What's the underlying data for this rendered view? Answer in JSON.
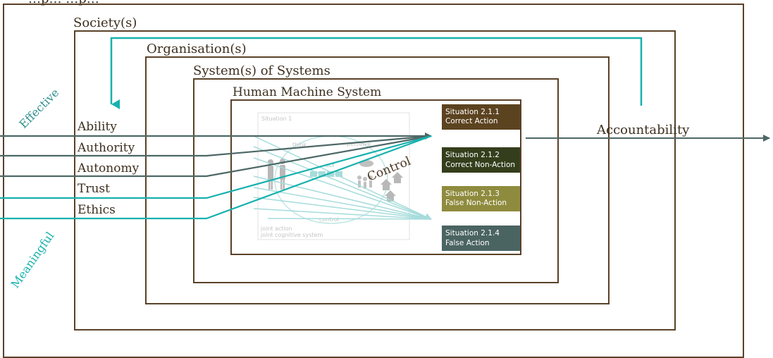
{
  "title_partial": "…p… …p…",
  "layers": {
    "society": "Society(s)",
    "organisation": "Organisation(s)",
    "systems": "System(s) of Systems",
    "hms": "Human Machine System"
  },
  "side_labels": {
    "effective": "Effective",
    "meaningful": "Meaningful"
  },
  "inputs": [
    "Ability",
    "Authority",
    "Autonomy",
    "Trust",
    "Ethics"
  ],
  "control_label": "Control",
  "accountability_label": "Accountability",
  "situations": [
    {
      "line1": "Situation 2.1.1",
      "line2": "Correct Action",
      "color": "#5c4320"
    },
    {
      "line1": "Situation 2.1.2",
      "line2": "Correct Non-Action",
      "color": "#343e1c"
    },
    {
      "line1": "Situation 2.1.3",
      "line2": "False Non-Action",
      "color": "#8f8b3e"
    },
    {
      "line1": "Situation 2.1.4",
      "line2": "False Action",
      "color": "#4a6462"
    }
  ],
  "inner_figure": {
    "situation": "Situation 1",
    "think": "think",
    "perceive": "perceive",
    "act": "act",
    "control": "control",
    "joint_action": "joint action",
    "joint_cognitive": "joint cognitive system"
  },
  "colors": {
    "box": "#5a4128",
    "grey_line": "#4d6866",
    "teal_line": "#17b1ae",
    "faint_teal": "#a6dcdb"
  }
}
